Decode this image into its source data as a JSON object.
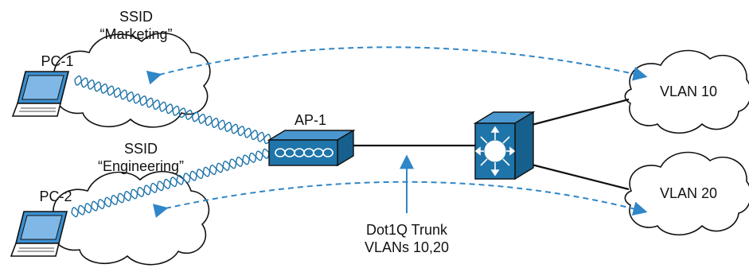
{
  "labels": {
    "ssid_marketing_line1": "SSID",
    "ssid_marketing_line2": "“Marketing”",
    "ssid_engineering_line1": "SSID",
    "ssid_engineering_line2": "“Engineering”",
    "pc1": "PC-1",
    "pc2": "PC-2",
    "ap1": "AP-1",
    "vlan10": "VLAN 10",
    "vlan20": "VLAN 20",
    "trunk_line1": "Dot1Q Trunk",
    "trunk_line2": "VLANs 10,20"
  },
  "colors": {
    "cloud_fill": "#ffffff",
    "outline": "#111111",
    "ap_blue": "#1f74a9",
    "switch_blue": "#1f74a9",
    "dashed_arrow": "#2f86c8",
    "laptop_screen": "#3b8fd0"
  },
  "icons": [
    "laptop-icon",
    "access-point-icon",
    "multilayer-switch-icon",
    "cloud-icon"
  ]
}
